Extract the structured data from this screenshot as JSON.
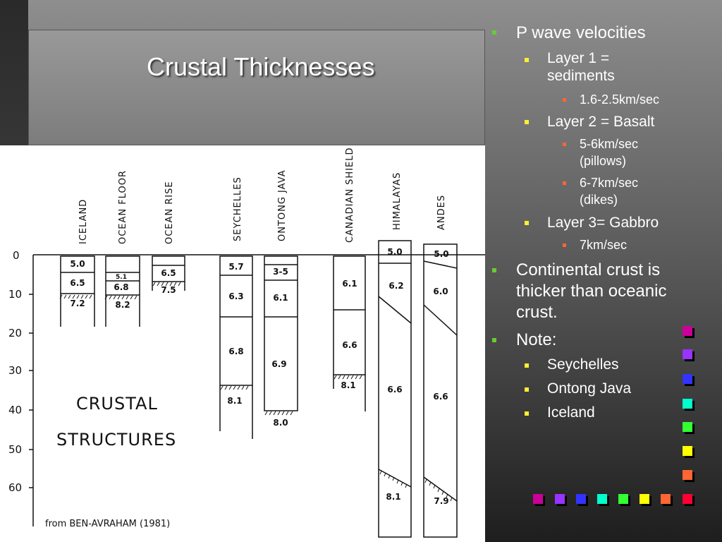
{
  "slide": {
    "title": "Crustal Thicknesses"
  },
  "figure": {
    "columns": [
      {
        "label": "ICELAND",
        "velocities": [
          "5.0",
          "6.5",
          "7.2"
        ]
      },
      {
        "label": "OCEAN FLOOR",
        "velocities": [
          "5.1",
          "6.8",
          "8.2"
        ]
      },
      {
        "label": "OCEAN RISE",
        "velocities": [
          "6.5",
          "7.5"
        ]
      },
      {
        "label": "SEYCHELLES",
        "velocities": [
          "5.7",
          "6.3",
          "6.8",
          "8.1"
        ]
      },
      {
        "label": "ONTONG JAVA",
        "velocities": [
          "3-5",
          "6.1",
          "6.9",
          "8.0"
        ]
      },
      {
        "label": "CANADIAN SHIELD",
        "velocities": [
          "6.1",
          "6.6",
          "8.1"
        ]
      },
      {
        "label": "HIMALAYAS",
        "velocities": [
          "5.0",
          "6.2",
          "6.6",
          "8.1"
        ]
      },
      {
        "label": "ANDES",
        "velocities": [
          "5.0",
          "6.0",
          "6.6",
          "7.9"
        ]
      }
    ],
    "depth_ticks": [
      "0",
      "10",
      "20",
      "30",
      "40",
      "50",
      "60"
    ],
    "caption_line1": "CRUSTAL",
    "caption_line2": "STRUCTURES",
    "credit": "from BEN-AVRAHAM (1981)"
  },
  "bullets": [
    {
      "level": 1,
      "text": "P wave velocities"
    },
    {
      "level": 2,
      "text_lines": [
        "Layer 1 =",
        "sediments"
      ]
    },
    {
      "level": 3,
      "text": "1.6-2.5km/sec"
    },
    {
      "level": 2,
      "text": "Layer 2 = Basalt"
    },
    {
      "level": 3,
      "text_lines": [
        "5-6km/sec",
        "(pillows)"
      ]
    },
    {
      "level": 3,
      "text_lines": [
        "6-7km/sec",
        "(dikes)"
      ]
    },
    {
      "level": 2,
      "text": "Layer 3= Gabbro"
    },
    {
      "level": 3,
      "text": "7km/sec"
    },
    {
      "level": 1,
      "text_lines": [
        "Continental crust is",
        "thicker than oceanic",
        "crust."
      ]
    },
    {
      "level": 1,
      "text": "Note:"
    },
    {
      "level": 2,
      "text": "Seychelles"
    },
    {
      "level": 2,
      "text": "Ontong Java"
    },
    {
      "level": 2,
      "text": "Iceland"
    }
  ],
  "colors": {
    "bullet_level1": "#66cc33",
    "bullet_level2": "#ffee33",
    "bullet_level3": "#ff6633",
    "squares": [
      "#cc0099",
      "#9933ff",
      "#3333ff",
      "#00ffcc",
      "#33ff33",
      "#ffff00",
      "#ff6633",
      "#ff0033"
    ]
  }
}
